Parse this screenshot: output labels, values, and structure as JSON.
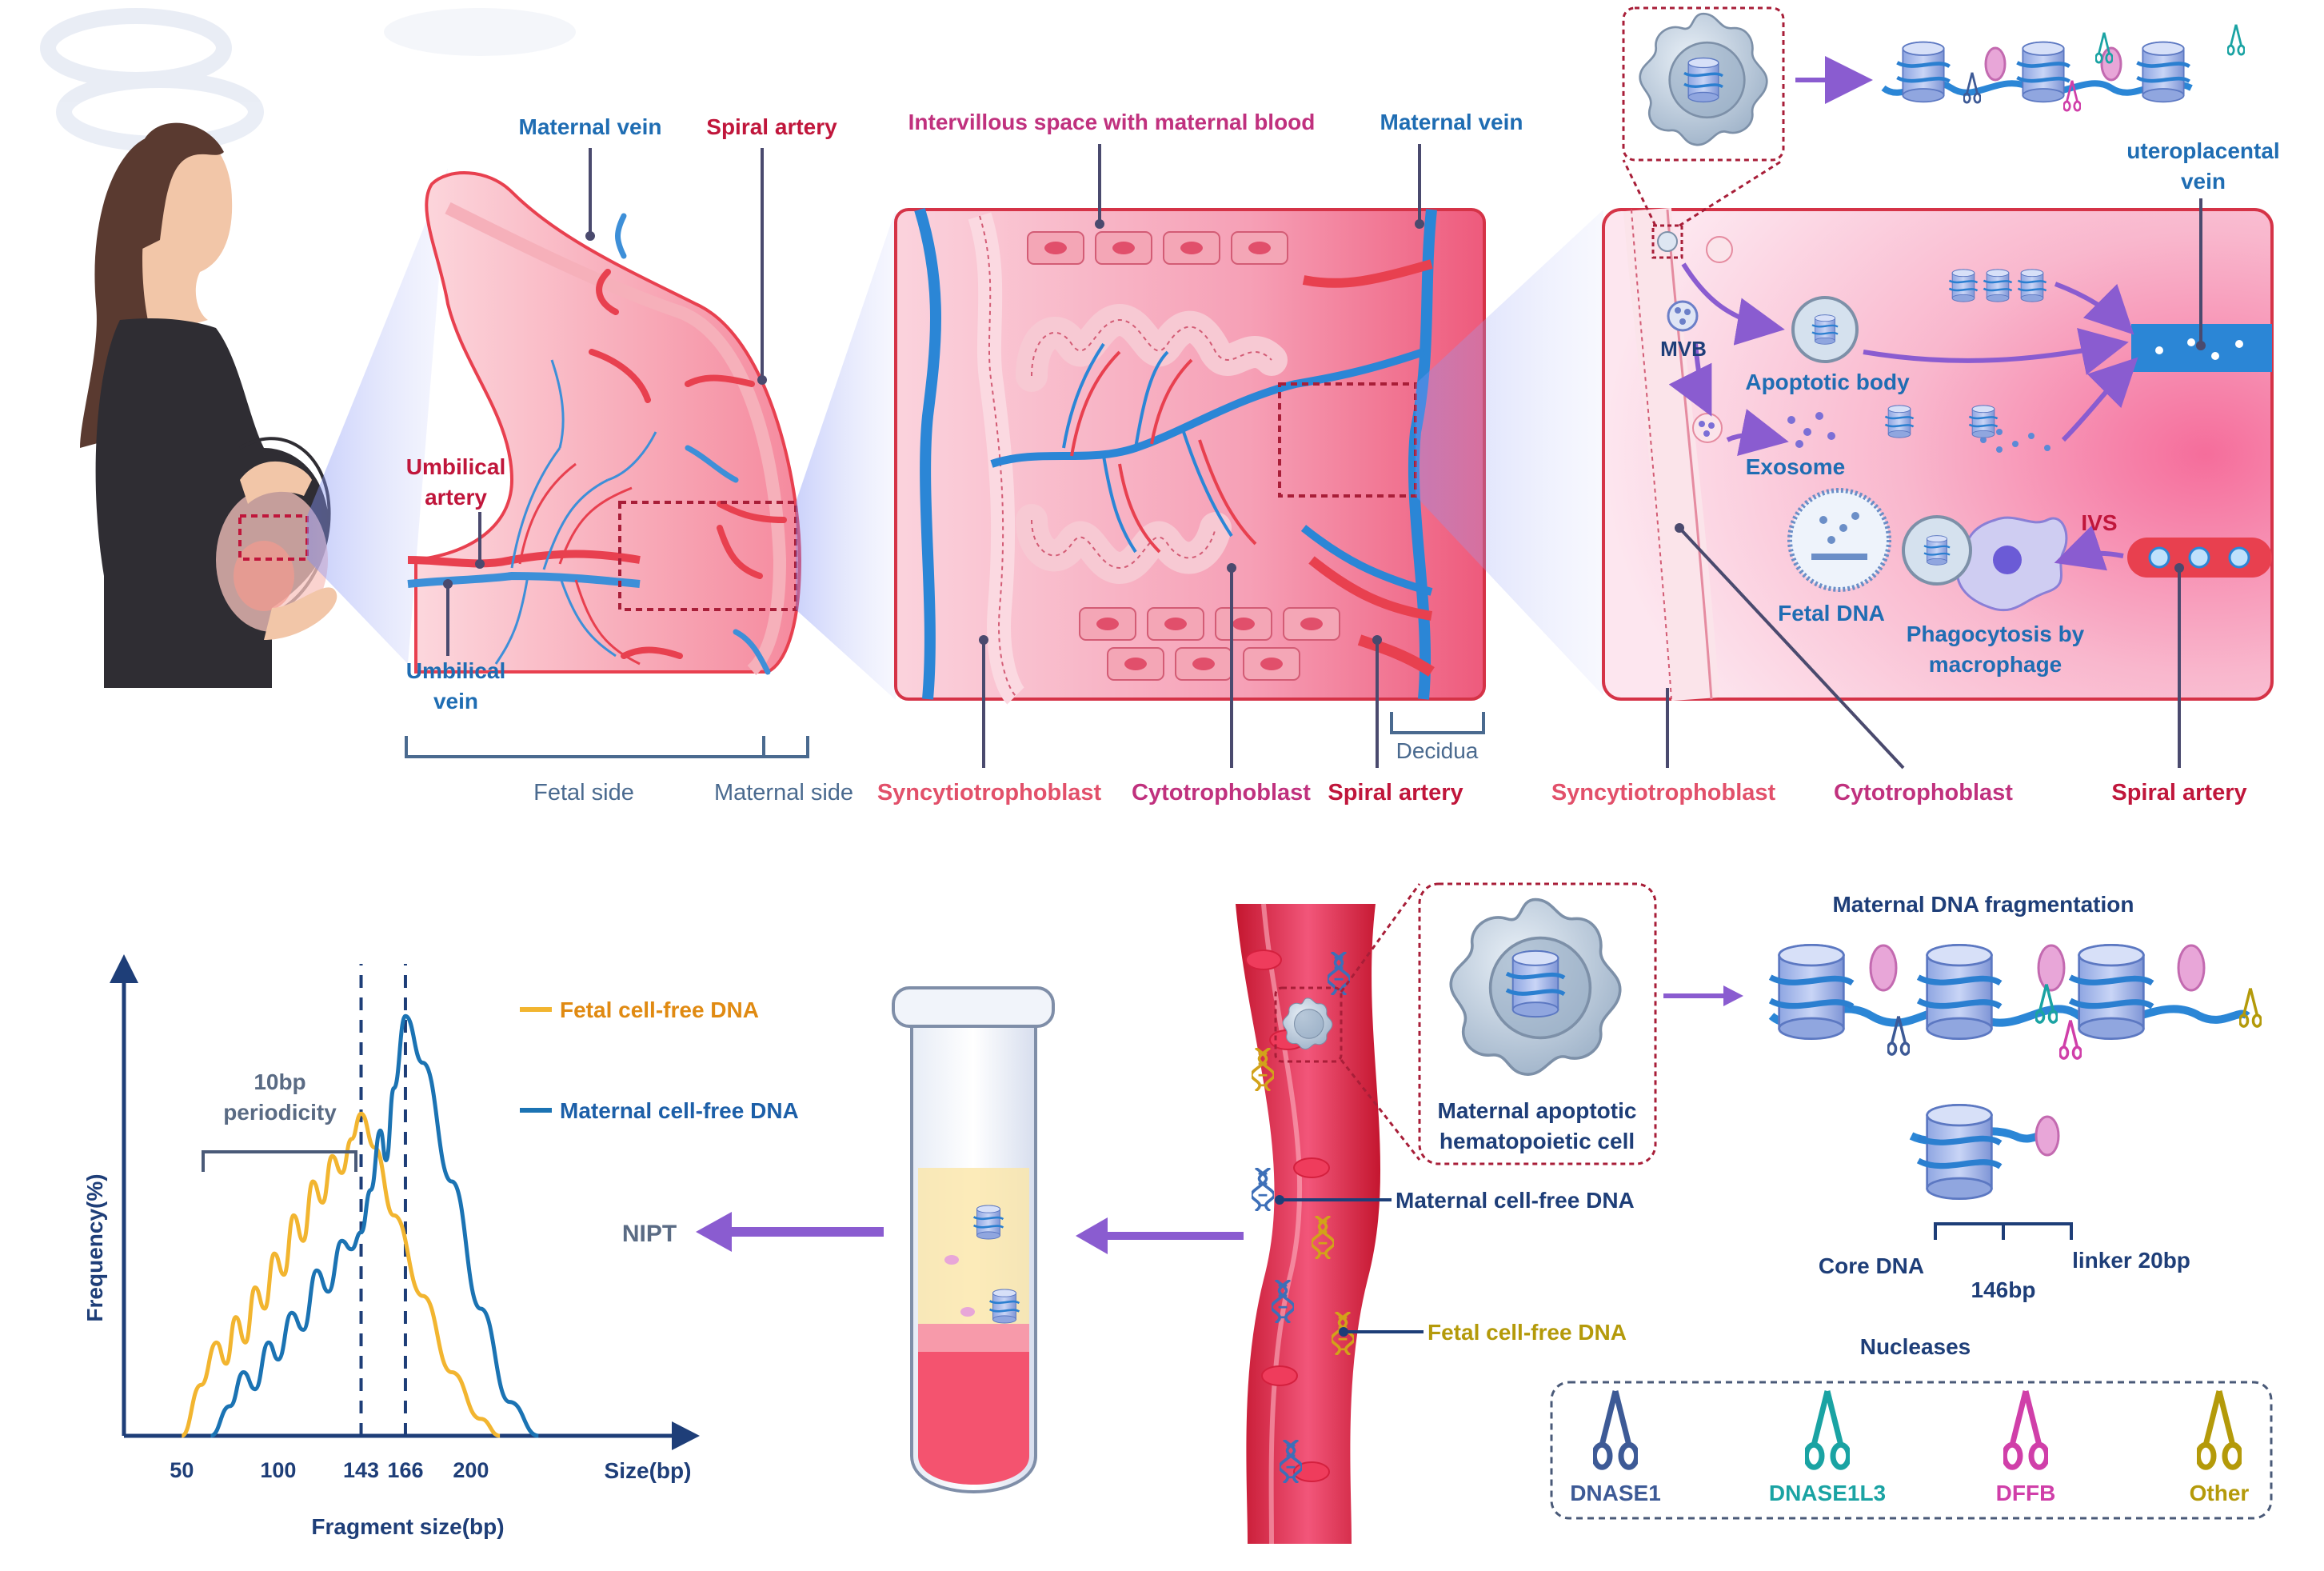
{
  "labels": {
    "maternal_vein_left": "Maternal vein",
    "spiral_artery_top": "Spiral artery",
    "umbilical_artery_1": "Umbilical",
    "umbilical_artery_2": "artery",
    "umbilical_vein_1": "Umbilical",
    "umbilical_vein_2": "vein",
    "fetal_side": "Fetal side",
    "maternal_side": "Maternal side",
    "intervillous": "Intervillous space with maternal blood",
    "maternal_vein_mid": "Maternal vein",
    "decidua": "Decidua",
    "syncytio_mid": "Syncytiotrophoblast",
    "cyto_mid": "Cytotrophoblast",
    "spiral_artery_mid": "Spiral artery",
    "uteroplacental_1": "uteroplacental",
    "uteroplacental_2": "vein",
    "mvb": "MVB",
    "apoptotic_body": "Apoptotic body",
    "exosome": "Exosome",
    "ivs": "IVS",
    "fetal_dna": "Fetal DNA",
    "phago_1": "Phagocytosis by",
    "phago_2": "macrophage",
    "syncytio_right": "Syncytiotrophoblast",
    "cyto_right": "Cytotrophoblast",
    "spiral_artery_right": "Spiral artery",
    "nipt": "NIPT",
    "maternal_cfdna_vessel": "Maternal cell-free DNA",
    "fetal_cfdna_vessel": "Fetal cell-free DNA",
    "maternal_apoptotic_1": "Maternal apoptotic",
    "maternal_apoptotic_2": "hematopoietic cell",
    "maternal_fragmentation": "Maternal DNA fragmentation",
    "core_dna": "Core DNA",
    "bp146": "146bp",
    "linker": "linker 20bp",
    "nucleases": "Nucleases"
  },
  "nucleases": [
    {
      "name": "DNASE1",
      "color": "#3d5a96"
    },
    {
      "name": "DNASE1L3",
      "color": "#1aa3a3"
    },
    {
      "name": "DFFB",
      "color": "#d03fa9"
    },
    {
      "name": "Other",
      "color": "#b49a0a"
    }
  ],
  "chart_data": {
    "type": "line",
    "xlabel": "Fragment size(bp)",
    "ylabel": "Frequency(%)",
    "x_axis_label": "Size(bp)",
    "x_ticks": [
      50,
      100,
      143,
      166,
      200
    ],
    "reference_lines": [
      143,
      166
    ],
    "annotation_1": "10bp",
    "annotation_2": "periodicity",
    "xlim": [
      20,
      300
    ],
    "ylim": [
      0,
      1
    ],
    "series": [
      {
        "name": "Fetal cell-free DNA",
        "color": "#f2b530",
        "x": [
          50,
          60,
          68,
          73,
          78,
          83,
          88,
          93,
          98,
          103,
          108,
          113,
          118,
          123,
          128,
          133,
          138,
          143,
          150,
          160,
          175,
          190,
          205,
          215
        ],
        "y": [
          0.0,
          0.12,
          0.22,
          0.17,
          0.28,
          0.22,
          0.35,
          0.3,
          0.43,
          0.38,
          0.52,
          0.46,
          0.6,
          0.55,
          0.66,
          0.62,
          0.7,
          0.76,
          0.68,
          0.52,
          0.33,
          0.15,
          0.04,
          0.0
        ]
      },
      {
        "name": "Maternal cell-free DNA",
        "color": "#1b73b3",
        "x": [
          65,
          75,
          82,
          88,
          95,
          100,
          107,
          113,
          120,
          126,
          133,
          138,
          143,
          148,
          153,
          156,
          160,
          166,
          175,
          190,
          205,
          220,
          235
        ],
        "y": [
          0.0,
          0.07,
          0.15,
          0.11,
          0.22,
          0.18,
          0.29,
          0.25,
          0.39,
          0.34,
          0.46,
          0.44,
          0.48,
          0.58,
          0.72,
          0.65,
          0.82,
          0.99,
          0.88,
          0.6,
          0.3,
          0.08,
          0.0
        ]
      }
    ]
  }
}
